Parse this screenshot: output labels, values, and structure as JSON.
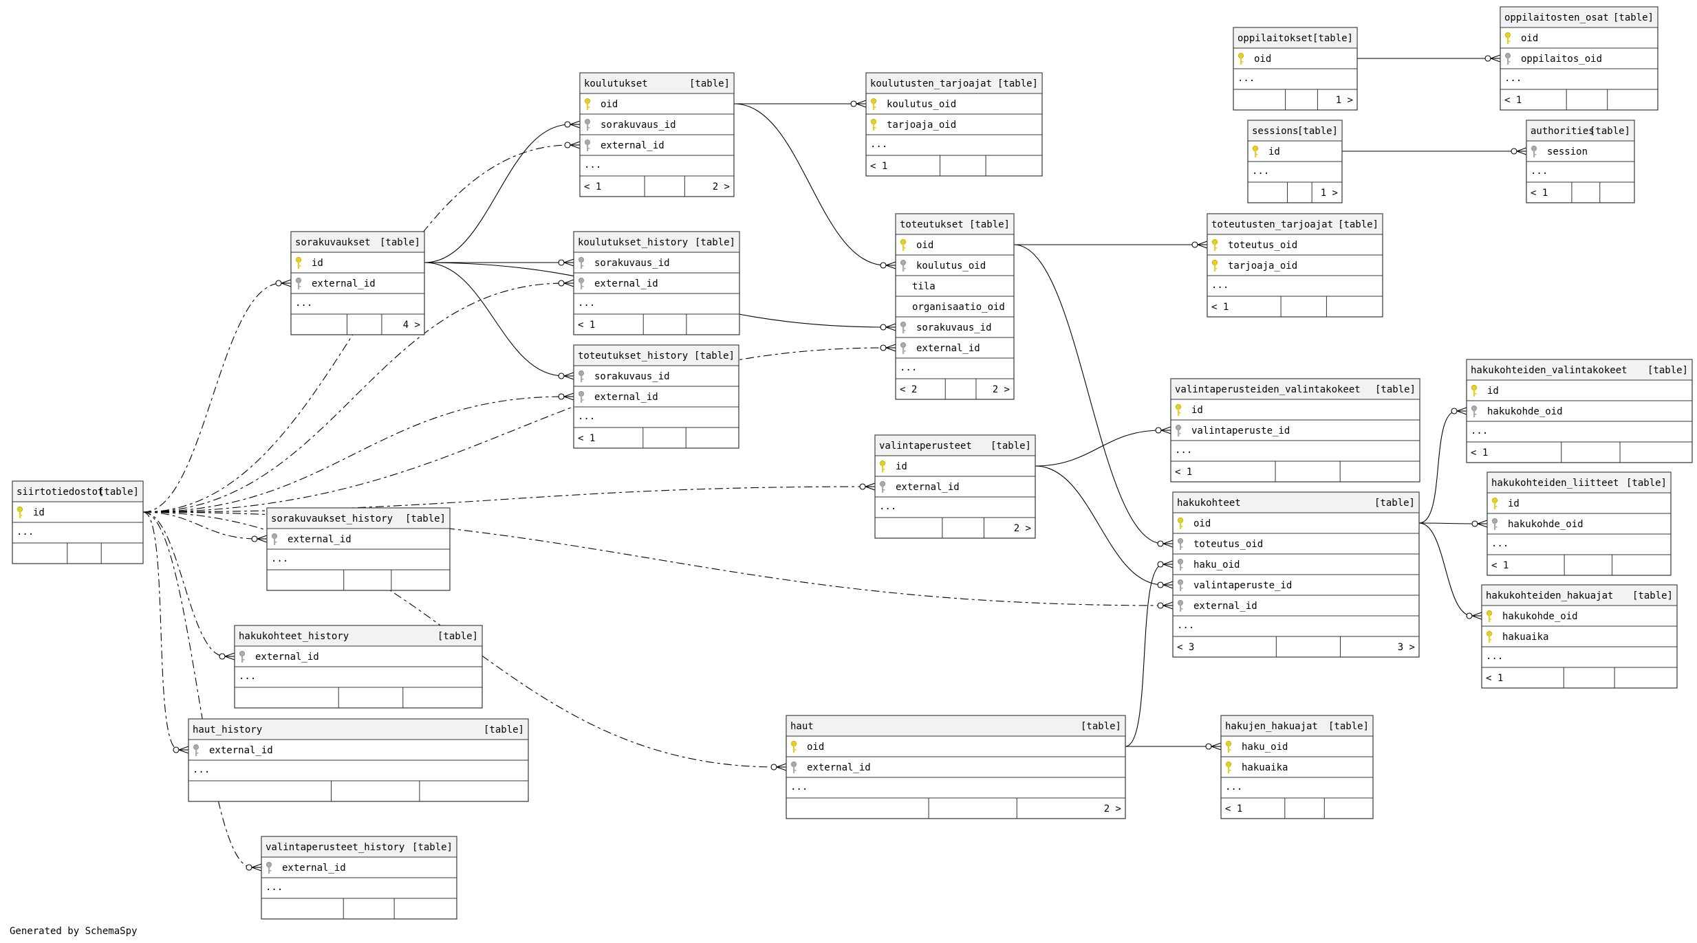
{
  "footer": "Generated by SchemaSpy",
  "table_tag": "[table]",
  "tables": [
    {
      "id": "koulutukset",
      "name": "koulutukset",
      "columns": [
        {
          "name": "oid",
          "key": "pk"
        },
        {
          "name": "sorakuvaus_id",
          "key": "fk"
        },
        {
          "name": "external_id",
          "key": "fk"
        }
      ],
      "more": "...",
      "footer": [
        "< 1",
        "",
        "2 >"
      ]
    },
    {
      "id": "koulutusten_tarjoajat",
      "name": "koulutusten_tarjoajat",
      "columns": [
        {
          "name": "koulutus_oid",
          "key": "pk"
        },
        {
          "name": "tarjoaja_oid",
          "key": "pk"
        }
      ],
      "more": "...",
      "footer": [
        "< 1",
        "",
        ""
      ]
    },
    {
      "id": "oppilaitokset",
      "name": "oppilaitokset",
      "columns": [
        {
          "name": "oid",
          "key": "pk"
        }
      ],
      "more": "...",
      "footer": [
        "",
        "",
        "1 >"
      ]
    },
    {
      "id": "oppilaitosten_osat",
      "name": "oppilaitosten_osat",
      "columns": [
        {
          "name": "oid",
          "key": "pk"
        },
        {
          "name": "oppilaitos_oid",
          "key": "fk"
        }
      ],
      "more": "...",
      "footer": [
        "< 1",
        "",
        ""
      ]
    },
    {
      "id": "sessions",
      "name": "sessions",
      "columns": [
        {
          "name": "id",
          "key": "pk"
        }
      ],
      "more": "...",
      "footer": [
        "",
        "",
        "1 >"
      ]
    },
    {
      "id": "authorities",
      "name": "authorities",
      "columns": [
        {
          "name": "session",
          "key": "fk"
        }
      ],
      "more": "...",
      "footer": [
        "< 1",
        "",
        ""
      ]
    },
    {
      "id": "sorakuvaukset",
      "name": "sorakuvaukset",
      "columns": [
        {
          "name": "id",
          "key": "pk"
        },
        {
          "name": "external_id",
          "key": "fk"
        }
      ],
      "more": "...",
      "footer": [
        "",
        "",
        "4 >"
      ]
    },
    {
      "id": "koulutukset_history",
      "name": "koulutukset_history",
      "columns": [
        {
          "name": "sorakuvaus_id",
          "key": "fk"
        },
        {
          "name": "external_id",
          "key": "fk"
        }
      ],
      "more": "...",
      "footer": [
        "< 1",
        "",
        ""
      ]
    },
    {
      "id": "toteutukset",
      "name": "toteutukset",
      "columns": [
        {
          "name": "oid",
          "key": "pk"
        },
        {
          "name": "koulutus_oid",
          "key": "fk"
        },
        {
          "name": "tila",
          "key": ""
        },
        {
          "name": "organisaatio_oid",
          "key": ""
        },
        {
          "name": "sorakuvaus_id",
          "key": "fk"
        },
        {
          "name": "external_id",
          "key": "fk"
        }
      ],
      "more": "...",
      "footer": [
        "< 2",
        "",
        "2 >"
      ]
    },
    {
      "id": "toteutusten_tarjoajat",
      "name": "toteutusten_tarjoajat",
      "columns": [
        {
          "name": "toteutus_oid",
          "key": "pk"
        },
        {
          "name": "tarjoaja_oid",
          "key": "pk"
        }
      ],
      "more": "...",
      "footer": [
        "< 1",
        "",
        ""
      ]
    },
    {
      "id": "toteutukset_history",
      "name": "toteutukset_history",
      "columns": [
        {
          "name": "sorakuvaus_id",
          "key": "fk"
        },
        {
          "name": "external_id",
          "key": "fk"
        }
      ],
      "more": "...",
      "footer": [
        "< 1",
        "",
        ""
      ]
    },
    {
      "id": "hakukohteiden_valintakokeet",
      "name": "hakukohteiden_valintakokeet",
      "columns": [
        {
          "name": "id",
          "key": "pk"
        },
        {
          "name": "hakukohde_oid",
          "key": "fk"
        }
      ],
      "more": "...",
      "footer": [
        "< 1",
        "",
        ""
      ]
    },
    {
      "id": "valintaperusteiden_valintakokeet",
      "name": "valintaperusteiden_valintakokeet",
      "columns": [
        {
          "name": "id",
          "key": "pk"
        },
        {
          "name": "valintaperuste_id",
          "key": "fk"
        }
      ],
      "more": "...",
      "footer": [
        "< 1",
        "",
        ""
      ]
    },
    {
      "id": "valintaperusteet",
      "name": "valintaperusteet",
      "columns": [
        {
          "name": "id",
          "key": "pk"
        },
        {
          "name": "external_id",
          "key": "fk"
        }
      ],
      "more": "...",
      "footer": [
        "",
        "",
        "2 >"
      ]
    },
    {
      "id": "siirtotiedostot",
      "name": "siirtotiedostot",
      "columns": [
        {
          "name": "id",
          "key": "pk"
        }
      ],
      "more": "...",
      "footer": [
        "",
        "",
        ""
      ]
    },
    {
      "id": "hakukohteiden_liitteet",
      "name": "hakukohteiden_liitteet",
      "columns": [
        {
          "name": "id",
          "key": "pk"
        },
        {
          "name": "hakukohde_oid",
          "key": "fk"
        }
      ],
      "more": "...",
      "footer": [
        "< 1",
        "",
        ""
      ]
    },
    {
      "id": "sorakuvaukset_history",
      "name": "sorakuvaukset_history",
      "columns": [
        {
          "name": "external_id",
          "key": "fk"
        }
      ],
      "more": "...",
      "footer": [
        "",
        "",
        ""
      ]
    },
    {
      "id": "hakukohteet",
      "name": "hakukohteet",
      "columns": [
        {
          "name": "oid",
          "key": "pk"
        },
        {
          "name": "toteutus_oid",
          "key": "fk"
        },
        {
          "name": "haku_oid",
          "key": "fk"
        },
        {
          "name": "valintaperuste_id",
          "key": "fk"
        },
        {
          "name": "external_id",
          "key": "fk"
        }
      ],
      "more": "...",
      "footer": [
        "< 3",
        "",
        "3 >"
      ]
    },
    {
      "id": "hakukohteiden_hakuajat",
      "name": "hakukohteiden_hakuajat",
      "columns": [
        {
          "name": "hakukohde_oid",
          "key": "pk"
        },
        {
          "name": "hakuaika",
          "key": "pk"
        }
      ],
      "more": "...",
      "footer": [
        "< 1",
        "",
        ""
      ]
    },
    {
      "id": "hakukohteet_history",
      "name": "hakukohteet_history",
      "columns": [
        {
          "name": "external_id",
          "key": "fk"
        }
      ],
      "more": "...",
      "footer": [
        "",
        "",
        ""
      ]
    },
    {
      "id": "haut_history",
      "name": "haut_history",
      "columns": [
        {
          "name": "external_id",
          "key": "fk"
        }
      ],
      "more": "...",
      "footer": [
        "",
        "",
        ""
      ]
    },
    {
      "id": "haut",
      "name": "haut",
      "columns": [
        {
          "name": "oid",
          "key": "pk"
        },
        {
          "name": "external_id",
          "key": "fk"
        }
      ],
      "more": "...",
      "footer": [
        "",
        "",
        "2 >"
      ]
    },
    {
      "id": "hakujen_hakuajat",
      "name": "hakujen_hakuajat",
      "columns": [
        {
          "name": "haku_oid",
          "key": "pk"
        },
        {
          "name": "hakuaika",
          "key": "pk"
        }
      ],
      "more": "...",
      "footer": [
        "< 1",
        "",
        ""
      ]
    },
    {
      "id": "valintaperusteet_history",
      "name": "valintaperusteet_history",
      "columns": [
        {
          "name": "external_id",
          "key": "fk"
        }
      ],
      "more": "...",
      "footer": [
        "",
        "",
        ""
      ]
    }
  ],
  "relations": [
    {
      "from": "koulutukset.oid",
      "to": "koulutusten_tarjoajat.koulutus_oid",
      "style": "solid"
    },
    {
      "from": "koulutukset.oid",
      "to": "toteutukset.koulutus_oid",
      "style": "solid"
    },
    {
      "from": "oppilaitokset.oid",
      "to": "oppilaitosten_osat.oppilaitos_oid",
      "style": "solid"
    },
    {
      "from": "sessions.id",
      "to": "authorities.session",
      "style": "solid"
    },
    {
      "from": "sorakuvaukset.id",
      "to": "koulutukset.sorakuvaus_id",
      "style": "solid"
    },
    {
      "from": "sorakuvaukset.id",
      "to": "koulutukset_history.sorakuvaus_id",
      "style": "solid"
    },
    {
      "from": "sorakuvaukset.id",
      "to": "toteutukset.sorakuvaus_id",
      "style": "solid"
    },
    {
      "from": "sorakuvaukset.id",
      "to": "toteutukset_history.sorakuvaus_id",
      "style": "solid"
    },
    {
      "from": "toteutukset.oid",
      "to": "toteutusten_tarjoajat.toteutus_oid",
      "style": "solid"
    },
    {
      "from": "toteutukset.oid",
      "to": "hakukohteet.toteutus_oid",
      "style": "solid"
    },
    {
      "from": "valintaperusteet.id",
      "to": "valintaperusteiden_valintakokeet.valintaperuste_id",
      "style": "solid"
    },
    {
      "from": "valintaperusteet.id",
      "to": "hakukohteet.valintaperuste_id",
      "style": "solid"
    },
    {
      "from": "hakukohteet.oid",
      "to": "hakukohteiden_valintakokeet.hakukohde_oid",
      "style": "solid"
    },
    {
      "from": "hakukohteet.oid",
      "to": "hakukohteiden_liitteet.hakukohde_oid",
      "style": "solid"
    },
    {
      "from": "hakukohteet.oid",
      "to": "hakukohteiden_hakuajat.hakukohde_oid",
      "style": "solid"
    },
    {
      "from": "haut.oid",
      "to": "hakukohteet.haku_oid",
      "style": "solid"
    },
    {
      "from": "haut.oid",
      "to": "hakujen_hakuajat.haku_oid",
      "style": "solid"
    },
    {
      "from": "siirtotiedostot.id",
      "to": "koulutukset.external_id",
      "style": "dashed"
    },
    {
      "from": "siirtotiedostot.id",
      "to": "sorakuvaukset.external_id",
      "style": "dashed"
    },
    {
      "from": "siirtotiedostot.id",
      "to": "koulutukset_history.external_id",
      "style": "dashed"
    },
    {
      "from": "siirtotiedostot.id",
      "to": "toteutukset_history.external_id",
      "style": "dashed"
    },
    {
      "from": "siirtotiedostot.id",
      "to": "toteutukset.external_id",
      "style": "dashed"
    },
    {
      "from": "siirtotiedostot.id",
      "to": "valintaperusteet.external_id",
      "style": "dashed"
    },
    {
      "from": "siirtotiedostot.id",
      "to": "sorakuvaukset_history.external_id",
      "style": "dashed"
    },
    {
      "from": "siirtotiedostot.id",
      "to": "hakukohteet.external_id",
      "style": "dashed"
    },
    {
      "from": "siirtotiedostot.id",
      "to": "hakukohteet_history.external_id",
      "style": "dashed"
    },
    {
      "from": "siirtotiedostot.id",
      "to": "haut_history.external_id",
      "style": "dashed"
    },
    {
      "from": "siirtotiedostot.id",
      "to": "haut.external_id",
      "style": "dashed"
    },
    {
      "from": "siirtotiedostot.id",
      "to": "valintaperusteet_history.external_id",
      "style": "dashed"
    }
  ]
}
